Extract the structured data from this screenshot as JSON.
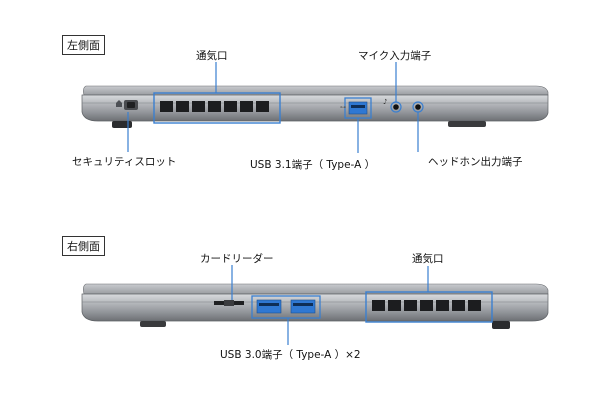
{
  "left_view": {
    "title": "左側面",
    "callouts": {
      "vent": "通気口",
      "mic": "マイク入力端子",
      "security": "セキュリティスロット",
      "usb": "USB 3.1端子（ Type-A ）",
      "headphone": "ヘッドホン出力端子"
    }
  },
  "right_view": {
    "title": "右側面",
    "callouts": {
      "card_reader": "カードリーダー",
      "vent": "通気口",
      "usb": "USB 3.0端子（ Type-A ）×2"
    }
  },
  "colors": {
    "highlight_box": "#3a7fd0",
    "usb_port": "#2f78d3",
    "chassis": "#a6a9ad"
  }
}
